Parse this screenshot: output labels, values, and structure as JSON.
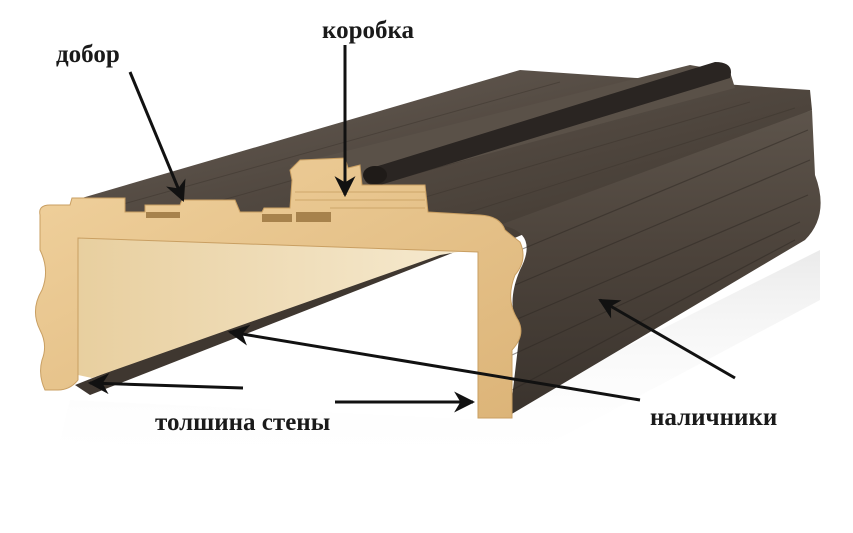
{
  "labels": {
    "dobor": "добор",
    "korobka": "коробка",
    "tolshina": "толшина стены",
    "nalichniki": "наличники"
  },
  "colors": {
    "wood_dark": "#4a4038",
    "wood_mid": "#5e554c",
    "wood_light": "#8a8178",
    "mdf": "#e9c690",
    "mdf_shade": "#d4ac6f",
    "inner_shadow": "#f1dcb3",
    "seal": "#2a2522",
    "arrow": "#111111"
  }
}
